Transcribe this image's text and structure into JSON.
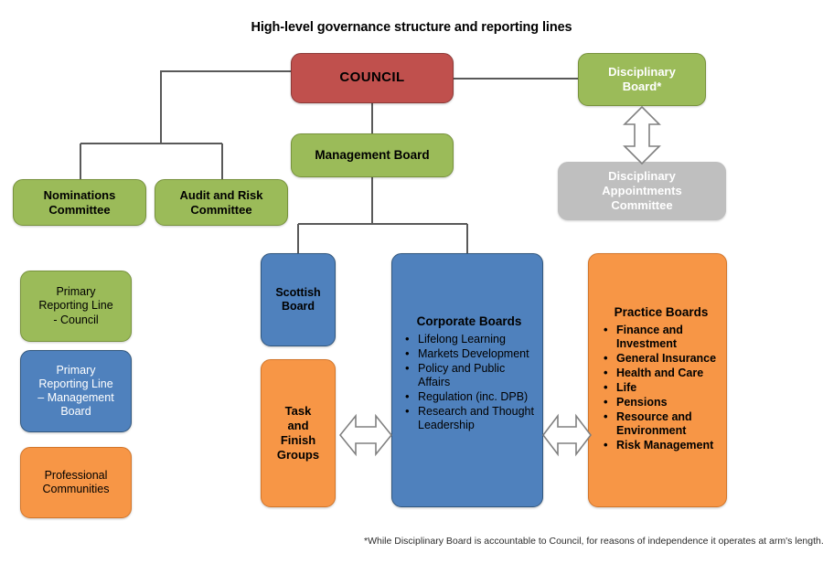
{
  "title": "High-level governance structure and reporting lines",
  "footnote": "*While Disciplinary Board is accountable to Council, for reasons of independence it operates at arm's length.",
  "colors": {
    "red": "#c0504d",
    "green": "#9bbb59",
    "blue": "#4f81bd",
    "orange": "#f79646",
    "gray": "#bfbfbf",
    "connector": "#595959",
    "arrow_stroke": "#808080",
    "background": "#ffffff"
  },
  "nodes": {
    "council": {
      "label": "COUNCIL",
      "color": "red"
    },
    "disciplinary_board": {
      "label": "Disciplinary\nBoard*",
      "color": "green"
    },
    "disciplinary_appointments": {
      "label": "Disciplinary\nAppointments\nCommittee",
      "color": "gray"
    },
    "management_board": {
      "label": "Management Board",
      "color": "green"
    },
    "nominations_committee": {
      "label": "Nominations\nCommittee",
      "color": "green"
    },
    "audit_risk_committee": {
      "label": "Audit and Risk\nCommittee",
      "color": "green"
    },
    "scottish_board": {
      "label": "Scottish\nBoard",
      "color": "blue"
    },
    "task_finish_groups": {
      "label": "Task\nand\nFinish\nGroups",
      "color": "orange"
    },
    "corporate_boards": {
      "heading": "Corporate Boards",
      "color": "blue",
      "items": [
        "Lifelong Learning",
        "Markets Development",
        "Policy and Public Affairs",
        "Regulation (inc. DPB)",
        "Research and Thought Leadership"
      ]
    },
    "practice_boards": {
      "heading": "Practice Boards",
      "color": "orange",
      "items": [
        "Finance and Investment",
        "General Insurance",
        "Health and Care",
        "Life",
        "Pensions",
        "Resource and Environment",
        "Risk Management"
      ]
    }
  },
  "legend": [
    {
      "label": "Primary\nReporting Line\n- Council",
      "color": "green"
    },
    {
      "label": "Primary\nReporting Line\n– Management\nBoard",
      "color": "blue"
    },
    {
      "label": "Professional\nCommunities",
      "color": "orange"
    }
  ],
  "connections": [
    {
      "from": "council",
      "to": "disciplinary_board",
      "type": "line"
    },
    {
      "from": "council",
      "to": "management_board",
      "type": "line"
    },
    {
      "from": "council",
      "to": "nominations_committee",
      "type": "line"
    },
    {
      "from": "council",
      "to": "audit_risk_committee",
      "type": "line"
    },
    {
      "from": "management_board",
      "to": "scottish_board",
      "type": "line"
    },
    {
      "from": "management_board",
      "to": "corporate_boards",
      "type": "line"
    },
    {
      "from": "disciplinary_board",
      "to": "disciplinary_appointments",
      "type": "double-arrow-vertical"
    },
    {
      "from": "task_finish_groups",
      "to": "corporate_boards",
      "type": "double-arrow-horizontal"
    },
    {
      "from": "corporate_boards",
      "to": "practice_boards",
      "type": "double-arrow-horizontal"
    }
  ]
}
